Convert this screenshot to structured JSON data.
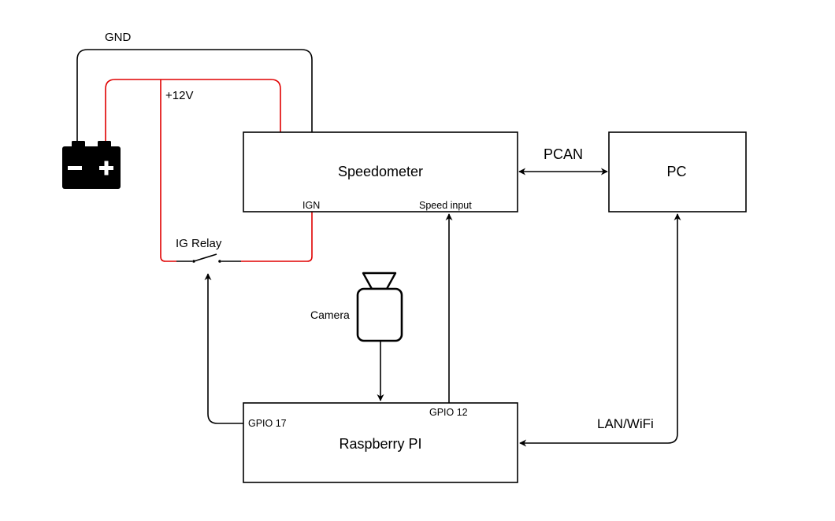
{
  "colors": {
    "signal_wire": "#000000",
    "power_wire": "#e00000",
    "box_border": "#000000",
    "background": "#ffffff"
  },
  "labels": {
    "gnd": "GND",
    "plus12v": "+12V",
    "ig_relay": "IG Relay",
    "camera": "Camera",
    "pcan": "PCAN",
    "lan_wifi": "LAN/WiFi"
  },
  "boxes": {
    "speedometer": {
      "title": "Speedometer",
      "port_ign": "IGN",
      "port_speed_input": "Speed input"
    },
    "pc": {
      "title": "PC"
    },
    "raspberry_pi": {
      "title": "Raspberry PI",
      "port_gpio17": "GPIO 17",
      "port_gpio12": "GPIO 12"
    }
  },
  "icons": {
    "battery": "battery-icon",
    "camera": "camera-icon",
    "relay_switch": "switch-icon"
  }
}
